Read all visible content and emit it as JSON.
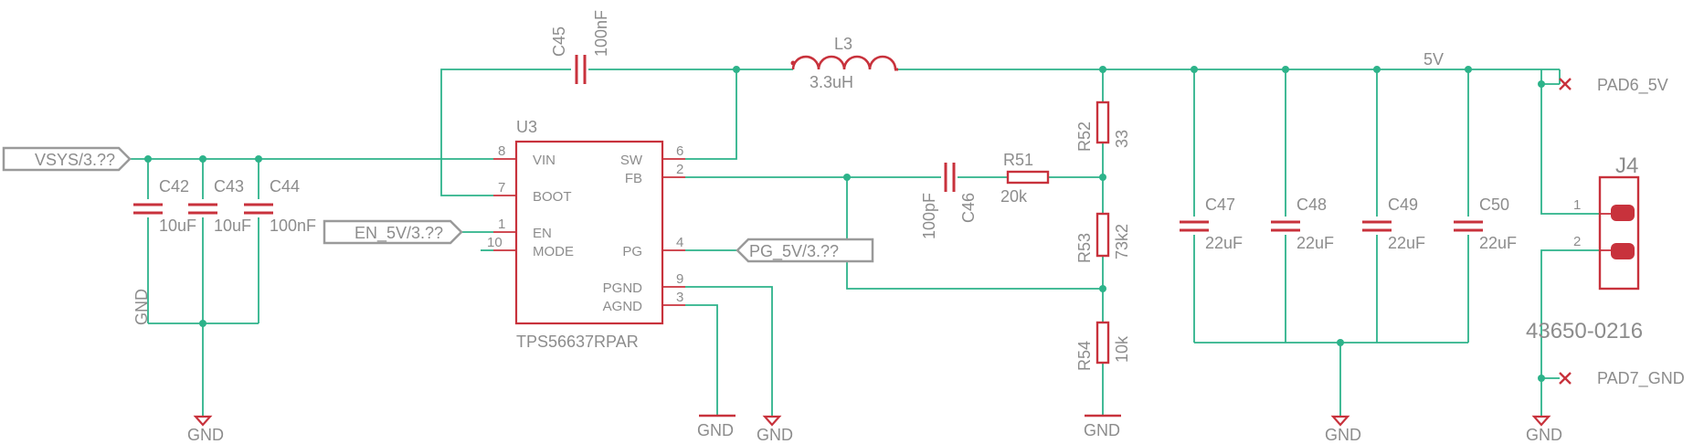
{
  "ic": {
    "ref": "U3",
    "value": "TPS56637RPAR",
    "pins_left": [
      {
        "num": "8",
        "name": "VIN"
      },
      {
        "num": "7",
        "name": "BOOT"
      },
      {
        "num": "1",
        "name": "EN"
      },
      {
        "num": "10",
        "name": "MODE"
      }
    ],
    "pins_right": [
      {
        "num": "6",
        "name": "SW"
      },
      {
        "num": "2",
        "name": "FB"
      },
      {
        "num": "4",
        "name": "PG"
      },
      {
        "num": "9",
        "name": "PGND"
      },
      {
        "num": "3",
        "name": "AGND"
      }
    ]
  },
  "inductor": {
    "ref": "L3",
    "value": "3.3uH"
  },
  "capacitors": [
    {
      "ref": "C42",
      "value": "10uF"
    },
    {
      "ref": "C43",
      "value": "10uF"
    },
    {
      "ref": "C44",
      "value": "100nF"
    },
    {
      "ref": "C45",
      "value": "100nF"
    },
    {
      "ref": "C46",
      "value": "100pF"
    },
    {
      "ref": "C47",
      "value": "22uF"
    },
    {
      "ref": "C48",
      "value": "22uF"
    },
    {
      "ref": "C49",
      "value": "22uF"
    },
    {
      "ref": "C50",
      "value": "22uF"
    }
  ],
  "resistors": [
    {
      "ref": "R51",
      "value": "20k"
    },
    {
      "ref": "R52",
      "value": "33"
    },
    {
      "ref": "R53",
      "value": "73k2"
    },
    {
      "ref": "R54",
      "value": "10k"
    }
  ],
  "net_labels": {
    "vsys": "VSYS/3.??",
    "en": "EN_5V/3.??",
    "pg": "PG_5V/3.??",
    "v5": "5V",
    "gnd": "GND",
    "gnd_vertical": "GND"
  },
  "pads": [
    {
      "name": "PAD6_5V"
    },
    {
      "name": "PAD7_GND"
    }
  ],
  "connector": {
    "ref": "J4",
    "value": "43650-0216",
    "pins": [
      "1",
      "2"
    ]
  },
  "colors": {
    "wire": "#2db38a",
    "component": "#c8323c",
    "label": "#8c8c8c"
  }
}
